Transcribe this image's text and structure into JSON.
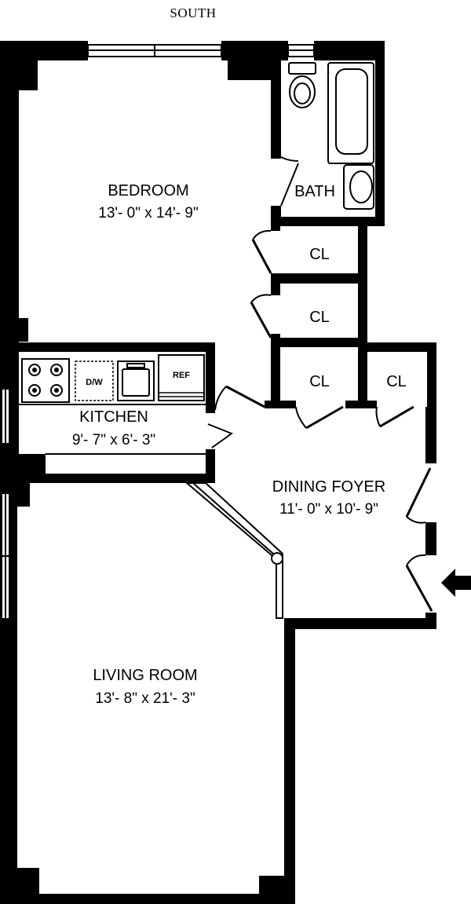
{
  "orientation": "SOUTH",
  "rooms": {
    "bedroom": {
      "name": "BEDROOM",
      "dims": "13'- 0\" x 14'- 9\""
    },
    "bath": {
      "name": "BATH"
    },
    "kitchen": {
      "name": "KITCHEN",
      "dims": "9'- 7\" x 6'- 3\""
    },
    "dining_foyer": {
      "name": "DINING FOYER",
      "dims": "11'- 0\" x 10'- 9\""
    },
    "living_room": {
      "name": "LIVING ROOM",
      "dims": "13'- 8\" x 21'- 3\""
    },
    "closets": [
      "CL",
      "CL",
      "CL",
      "CL"
    ]
  },
  "appliances": {
    "dishwasher": "D/W",
    "refrigerator": "REF"
  },
  "entry_icon": "entry-arrow-icon"
}
